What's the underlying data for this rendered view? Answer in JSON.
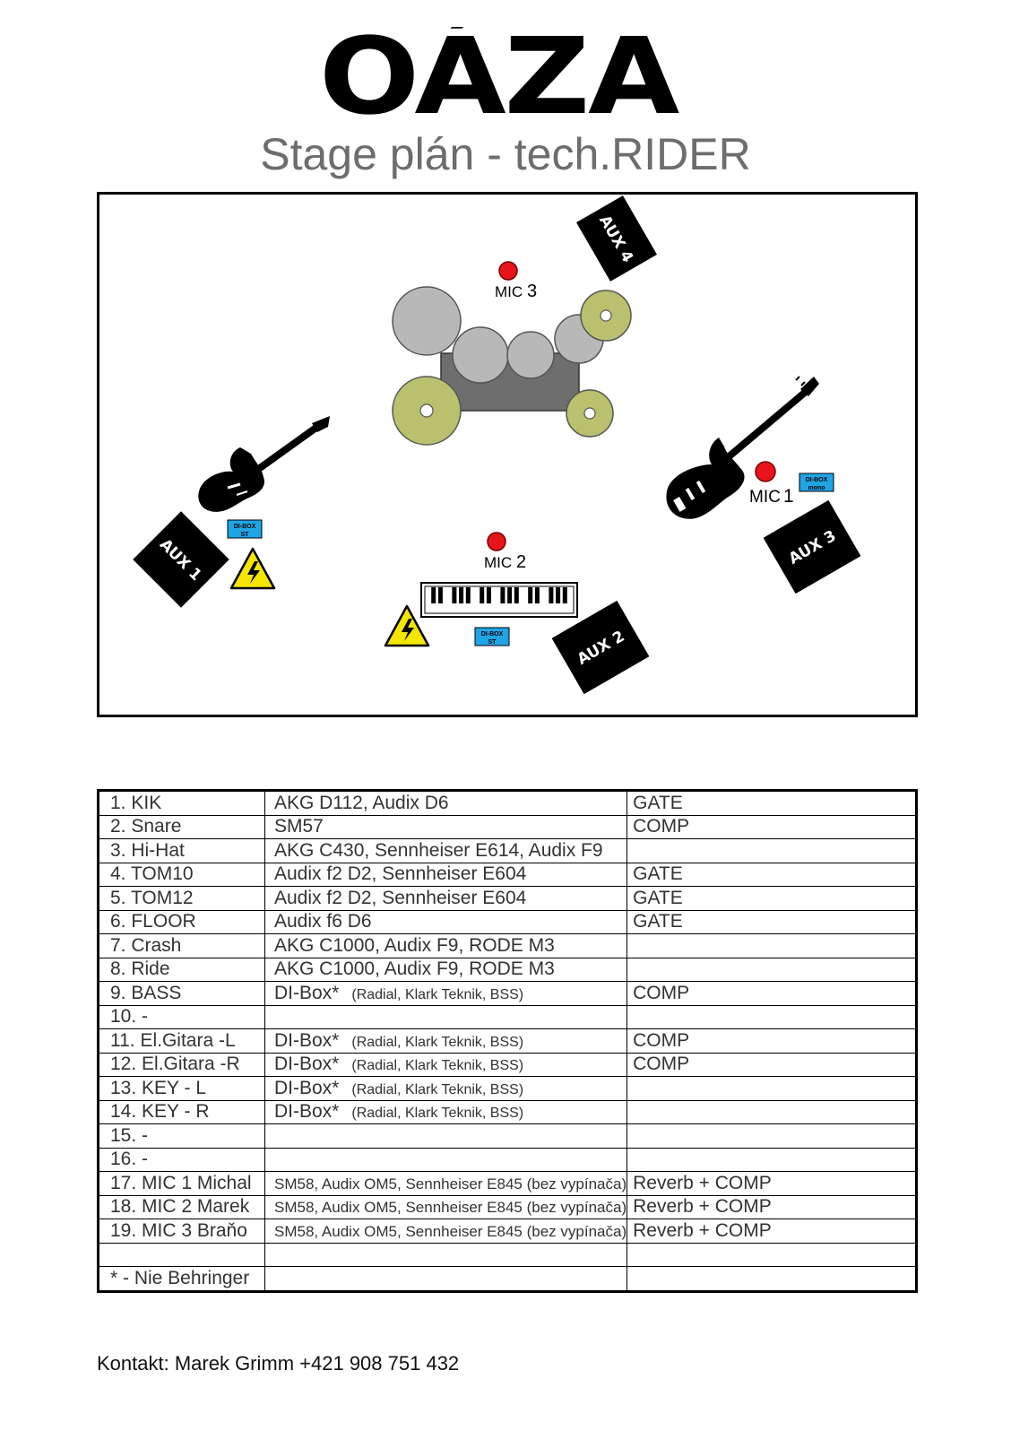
{
  "header": {
    "logo_text": "OÁZA",
    "subtitle": "Stage plán - tech.RIDER"
  },
  "stage": {
    "mics": [
      {
        "label": "MIC",
        "num": "3"
      },
      {
        "label": "MIC",
        "num": "2"
      },
      {
        "label": "MIC",
        "num": "1"
      }
    ],
    "aux": [
      "AUX 1",
      "AUX 2",
      "AUX 3",
      "AUX 4"
    ],
    "di_boxes": [
      {
        "line1": "DI-BOX",
        "line2": "ST"
      },
      {
        "line1": "DI-BOX",
        "line2": "ST"
      },
      {
        "line1": "DI-BOX",
        "line2": "mono"
      }
    ],
    "colors": {
      "mic": "#e8141c",
      "cymbal": "#b9c06e",
      "drum": "#b8b8b8",
      "di_box": "#1ea5e6",
      "warning": "#f5e600"
    },
    "icons": [
      "guitar-icon",
      "bass-guitar-icon",
      "keyboard-icon",
      "drum-kit-icon",
      "high-voltage-warning-icon"
    ]
  },
  "channels": [
    {
      "name": "1. KIK",
      "mic": "AKG D112, Audix D6",
      "note": "",
      "fx": "GATE"
    },
    {
      "name": "2. Snare",
      "mic": "SM57",
      "note": "",
      "fx": "COMP"
    },
    {
      "name": "3. Hi-Hat",
      "mic": "AKG C430, Sennheiser E614, Audix F9",
      "note": "",
      "fx": ""
    },
    {
      "name": "4. TOM10",
      "mic": "Audix f2 D2, Sennheiser E604",
      "note": "",
      "fx": "GATE"
    },
    {
      "name": "5. TOM12",
      "mic": "Audix f2 D2, Sennheiser E604",
      "note": "",
      "fx": "GATE"
    },
    {
      "name": "6. FLOOR",
      "mic": "Audix f6 D6",
      "note": "",
      "fx": "GATE"
    },
    {
      "name": "7. Crash",
      "mic": "AKG C1000, Audix F9, RODE M3",
      "note": "",
      "fx": ""
    },
    {
      "name": "8. Ride",
      "mic": "AKG C1000, Audix F9, RODE M3",
      "note": "",
      "fx": ""
    },
    {
      "name": "9. BASS",
      "mic": "DI-Box*",
      "note": "(Radial, Klark Teknik, BSS)",
      "fx": "COMP"
    },
    {
      "name": "10. -",
      "mic": "",
      "note": "",
      "fx": ""
    },
    {
      "name": "11. El.Gitara -L",
      "mic": "DI-Box*",
      "note": "(Radial, Klark Teknik, BSS)",
      "fx": "COMP"
    },
    {
      "name": "12. El.Gitara -R",
      "mic": "DI-Box*",
      "note": "(Radial, Klark Teknik, BSS)",
      "fx": "COMP"
    },
    {
      "name": "13. KEY - L",
      "mic": "DI-Box*",
      "note": "(Radial, Klark Teknik, BSS)",
      "fx": ""
    },
    {
      "name": "14. KEY - R",
      "mic": "DI-Box*",
      "note": "(Radial, Klark Teknik, BSS)",
      "fx": ""
    },
    {
      "name": "15. -",
      "mic": "",
      "note": "",
      "fx": ""
    },
    {
      "name": "16. -",
      "mic": "",
      "note": "",
      "fx": ""
    },
    {
      "name": "17. MIC 1 Michal",
      "mic": "SM58, Audix OM5, Sennheiser E845 (bez vypínača)",
      "note": "",
      "fx": "Reverb + COMP",
      "small": true
    },
    {
      "name": "18. MIC 2 Marek",
      "mic": "SM58, Audix OM5, Sennheiser E845 (bez vypínača)",
      "note": "",
      "fx": "Reverb + COMP",
      "small": true
    },
    {
      "name": "19. MIC 3 Braňo",
      "mic": "SM58, Audix OM5, Sennheiser E845 (bez vypínača)",
      "note": "",
      "fx": "Reverb + COMP",
      "small": true
    },
    {
      "name": "",
      "mic": "",
      "note": "",
      "fx": ""
    },
    {
      "name": "* - Nie Behringer",
      "mic": "",
      "note": "",
      "fx": ""
    }
  ],
  "footer": {
    "contact": "Kontakt: Marek Grimm +421 908 751 432"
  }
}
